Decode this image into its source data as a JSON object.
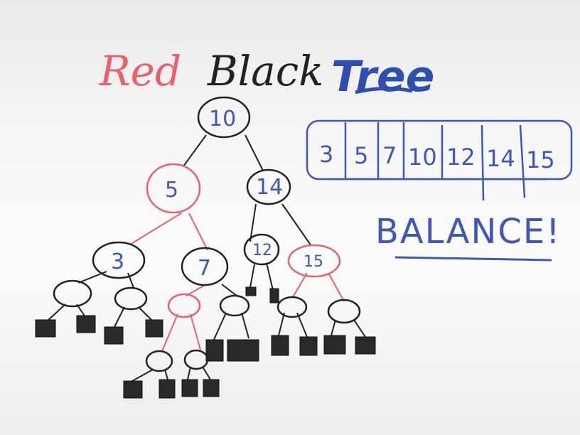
{
  "title": {
    "red": "Red",
    "black": "Black",
    "blue": "Tree"
  },
  "tree": {
    "root": "10",
    "level1": [
      "5",
      "14"
    ],
    "level2": [
      "3",
      "7",
      "12",
      "15"
    ]
  },
  "array": [
    "3",
    "5",
    "7",
    "10",
    "12",
    "14",
    "15"
  ],
  "balance_text": "BALANCE!",
  "colors": {
    "red_ink": "#e8626a",
    "black_ink": "#222222",
    "blue_ink": "#3f57b8"
  }
}
